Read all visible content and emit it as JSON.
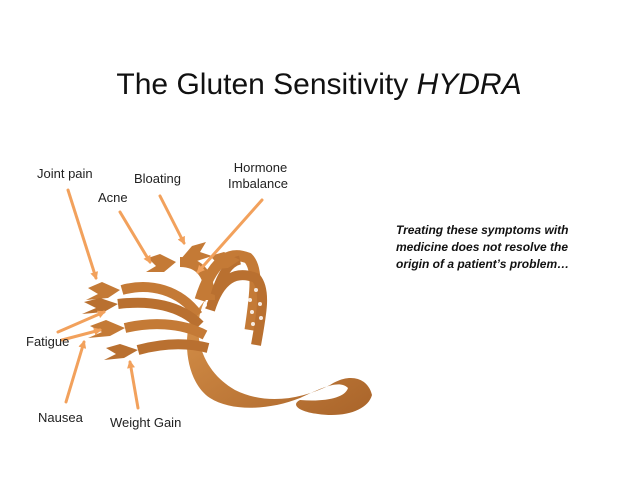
{
  "title": {
    "main": "The Gluten Sensitivity",
    "emphasis": "HYDRA"
  },
  "symptoms": {
    "joint_pain": "Joint pain",
    "acne": "Acne",
    "bloating": "Bloating",
    "hormone_line1": "Hormone",
    "hormone_line2": "Imbalance",
    "fatigue": "Fatigue",
    "nausea": "Nausea",
    "weight_gain": "Weight Gain"
  },
  "note": {
    "line1": "Treating these symptoms with",
    "line2": "medicine does not resolve the",
    "line3": "origin of a patient’s problem…"
  },
  "colors": {
    "arrow": "#f2a15c",
    "hydra": "#c47a36",
    "hydra_dark": "#9a5a22",
    "scales": "#ffffff"
  },
  "icons": {
    "hydra": "hydra-silhouette-icon"
  }
}
